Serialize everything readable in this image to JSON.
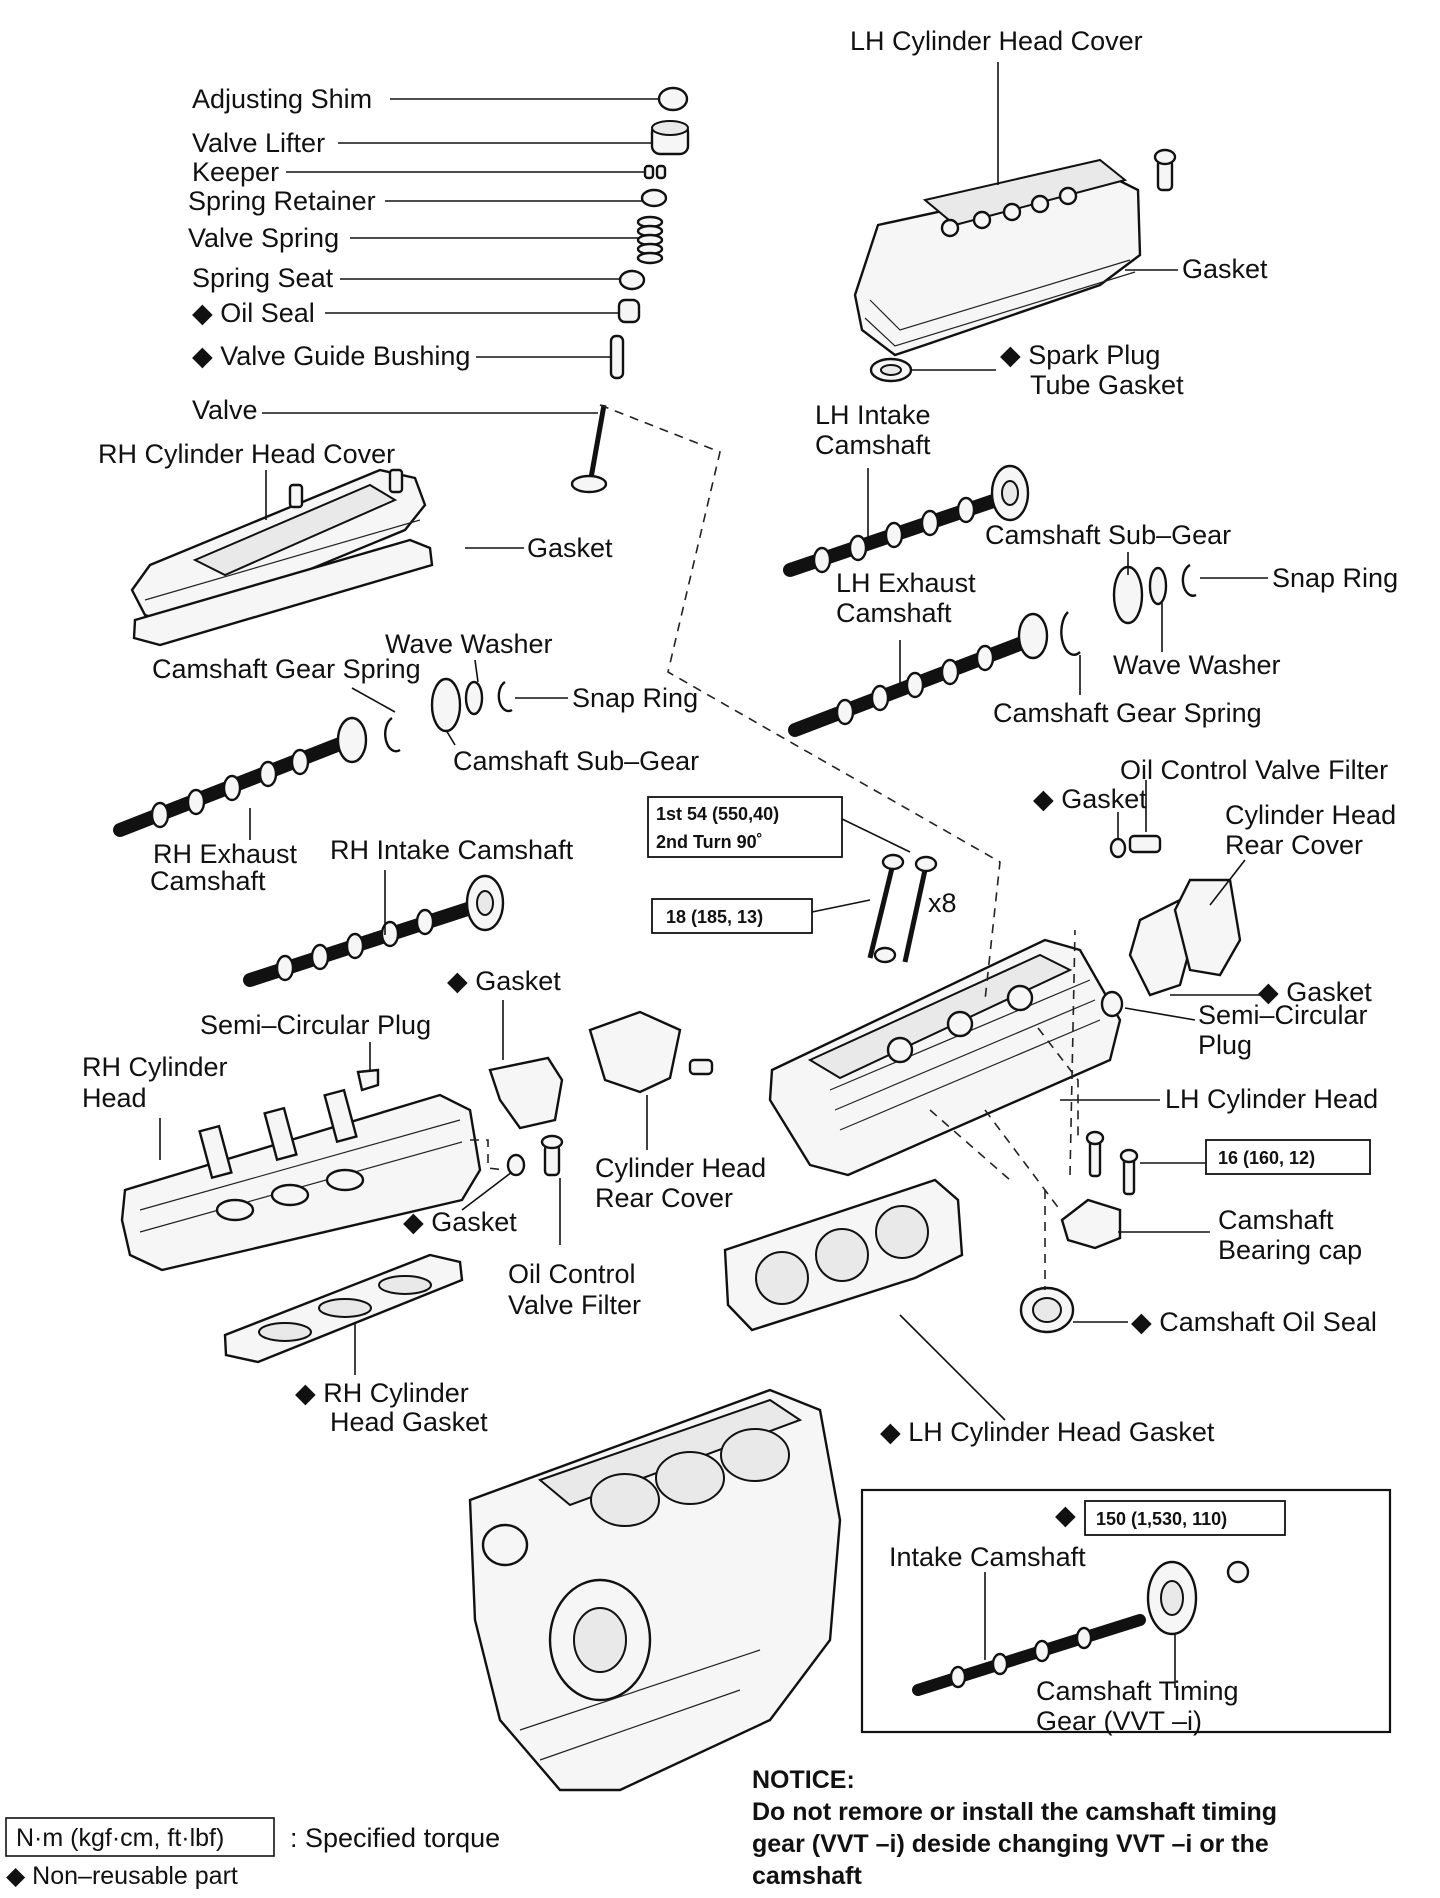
{
  "labels": {
    "lh_cyl_head_cover": "LH Cylinder Head Cover",
    "adjusting_shim": "Adjusting Shim",
    "valve_lifter": "Valve Lifter",
    "keeper": "Keeper",
    "spring_retainer": "Spring Retainer",
    "valve_spring": "Valve Spring",
    "spring_seat": "Spring Seat",
    "oil_seal": "◆ Oil Seal",
    "valve_guide_bushing": "◆ Valve Guide Bushing",
    "valve": "Valve",
    "gasket_lh_cover": "Gasket",
    "spark_plug_1": "◆ Spark Plug",
    "spark_plug_2": "Tube Gasket",
    "rh_cyl_head_cover": "RH Cylinder Head Cover",
    "gasket_rh_cover": "Gasket",
    "lh_intake_cam_1": "LH Intake",
    "lh_intake_cam_2": "Camshaft",
    "camshaft_sub_gear_lh": "Camshaft Sub–Gear",
    "snap_ring_lh": "Snap Ring",
    "lh_exhaust_cam_1": "LH Exhaust",
    "lh_exhaust_cam_2": "Camshaft",
    "wave_washer_lh": "Wave Washer",
    "camshaft_gear_spring_lh": "Camshaft Gear Spring",
    "wave_washer_rh": "Wave Washer",
    "camshaft_gear_spring_rh": "Camshaft Gear Spring",
    "snap_ring_rh": "Snap Ring",
    "camshaft_sub_gear_rh": "Camshaft Sub–Gear",
    "oil_control_valve_filter_lh": "Oil Control Valve Filter",
    "gasket_lh_ocv": "◆ Gasket",
    "cyl_head_rear_cover_lh_1": "Cylinder Head",
    "cyl_head_rear_cover_lh_2": "Rear Cover",
    "rh_exhaust_cam_1": "RH Exhaust",
    "rh_exhaust_cam_2": "Camshaft",
    "rh_intake_cam": "RH Intake Camshaft",
    "x8": "x8",
    "gasket_lh_rear": "◆ Gasket",
    "semi_circular_plug_lh_1": "Semi–Circular",
    "semi_circular_plug_lh_2": "Plug",
    "gasket_rh_rear": "◆ Gasket",
    "semi_circular_plug_rh": "Semi–Circular Plug",
    "rh_cyl_head_1": "RH Cylinder",
    "rh_cyl_head_2": "Head",
    "lh_cyl_head": "LH Cylinder Head",
    "cyl_head_rear_cover_rh_1": "Cylinder Head",
    "cyl_head_rear_cover_rh_2": "Rear Cover",
    "gasket_rh_ocv": "◆ Gasket",
    "oil_control_valve_filter_rh_1": "Oil Control",
    "oil_control_valve_filter_rh_2": "Valve Filter",
    "camshaft_bearing_cap_1": "Camshaft",
    "camshaft_bearing_cap_2": "Bearing cap",
    "camshaft_oil_seal": "◆ Camshaft Oil Seal",
    "rh_cyl_head_gasket_1": "◆ RH Cylinder",
    "rh_cyl_head_gasket_2": "Head Gasket",
    "lh_cyl_head_gasket": "◆ LH Cylinder Head Gasket",
    "intake_camshaft": "Intake Camshaft",
    "camshaft_timing_gear_1": "Camshaft Timing",
    "camshaft_timing_gear_2": "Gear (VVT –i)",
    "diamond": "◆"
  },
  "torques": {
    "head_bolt_1": "1st 54 (550,40)",
    "head_bolt_2": "2nd Turn 90˚",
    "small_bolt": "18 (185, 13)",
    "bearing_cap": "16 (160, 12)",
    "timing_gear": "150 (1,530, 110)"
  },
  "legend": {
    "unit_box": "N·m (kgf·cm, ft·lbf)",
    "unit_desc": ": Specified torque",
    "non_reusable": "◆ Non–reusable part"
  },
  "notice": {
    "title": "NOTICE:",
    "line1": "Do not remore or install the camshaft timing",
    "line2": "gear (VVT –i) deside changing VVT –i or the",
    "line3": "camshaft"
  }
}
